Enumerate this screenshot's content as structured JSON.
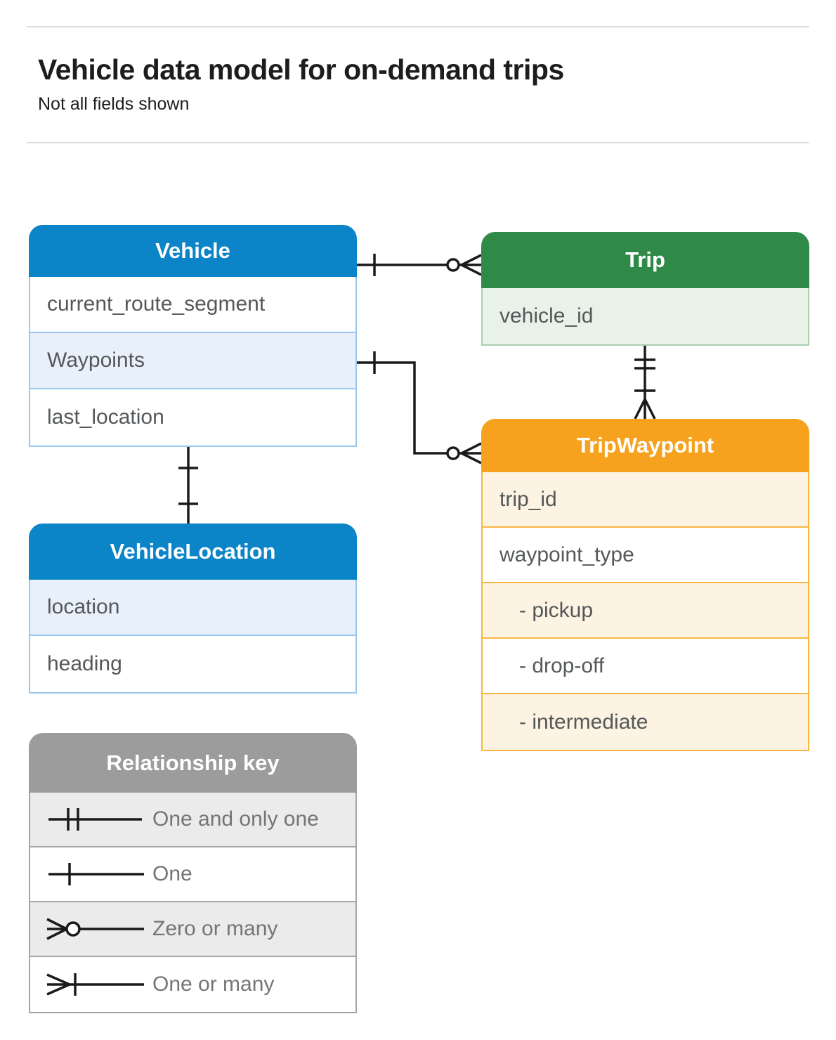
{
  "page": {
    "title": "Vehicle data model for on-demand trips",
    "subtitle": "Not all fields shown"
  },
  "entities": {
    "vehicle": {
      "title": "Vehicle",
      "fields": [
        {
          "label": "current_route_segment",
          "highlight": false
        },
        {
          "label": "Waypoints",
          "highlight": true
        },
        {
          "label": "last_location",
          "highlight": false
        }
      ]
    },
    "trip": {
      "title": "Trip",
      "fields": [
        {
          "label": "vehicle_id",
          "highlight": true
        }
      ]
    },
    "trip_waypoint": {
      "title": "TripWaypoint",
      "fields": [
        {
          "label": "trip_id",
          "highlight": true
        },
        {
          "label": "waypoint_type",
          "highlight": false
        },
        {
          "label": "- pickup",
          "highlight": true,
          "indent": true
        },
        {
          "label": "- drop-off",
          "highlight": false,
          "indent": true
        },
        {
          "label": "- intermediate",
          "highlight": true,
          "indent": true
        }
      ]
    },
    "vehicle_location": {
      "title": "VehicleLocation",
      "fields": [
        {
          "label": "location",
          "highlight": true
        },
        {
          "label": "heading",
          "highlight": false
        }
      ]
    }
  },
  "relationship_key": {
    "title": "Relationship key",
    "items": [
      {
        "symbol": "one-and-only-one",
        "label": "One and only one",
        "shaded": true
      },
      {
        "symbol": "one",
        "label": "One",
        "shaded": false
      },
      {
        "symbol": "zero-or-many",
        "label": "Zero or many",
        "shaded": true
      },
      {
        "symbol": "one-or-many",
        "label": "One or many",
        "shaded": false
      }
    ]
  },
  "colors": {
    "blue": "#0C84C8",
    "blue_light": "#E8F1FB",
    "blue_border": "#9AC7EF",
    "green": "#2F8A48",
    "green_light": "#E8F2E9",
    "green_border": "#A8CFAE",
    "orange": "#F7A21E",
    "orange_light": "#FDF3E2",
    "orange_border": "#F9B643",
    "gray": "#9C9C9C",
    "gray_light": "#EBEBEB",
    "gray_border": "#A5A5A5",
    "line_ink": "#1A1A1A",
    "field_text": "#54585A",
    "key_text": "#757575",
    "title_text": "#1D1D1D",
    "rule": "#DCDCDC"
  }
}
